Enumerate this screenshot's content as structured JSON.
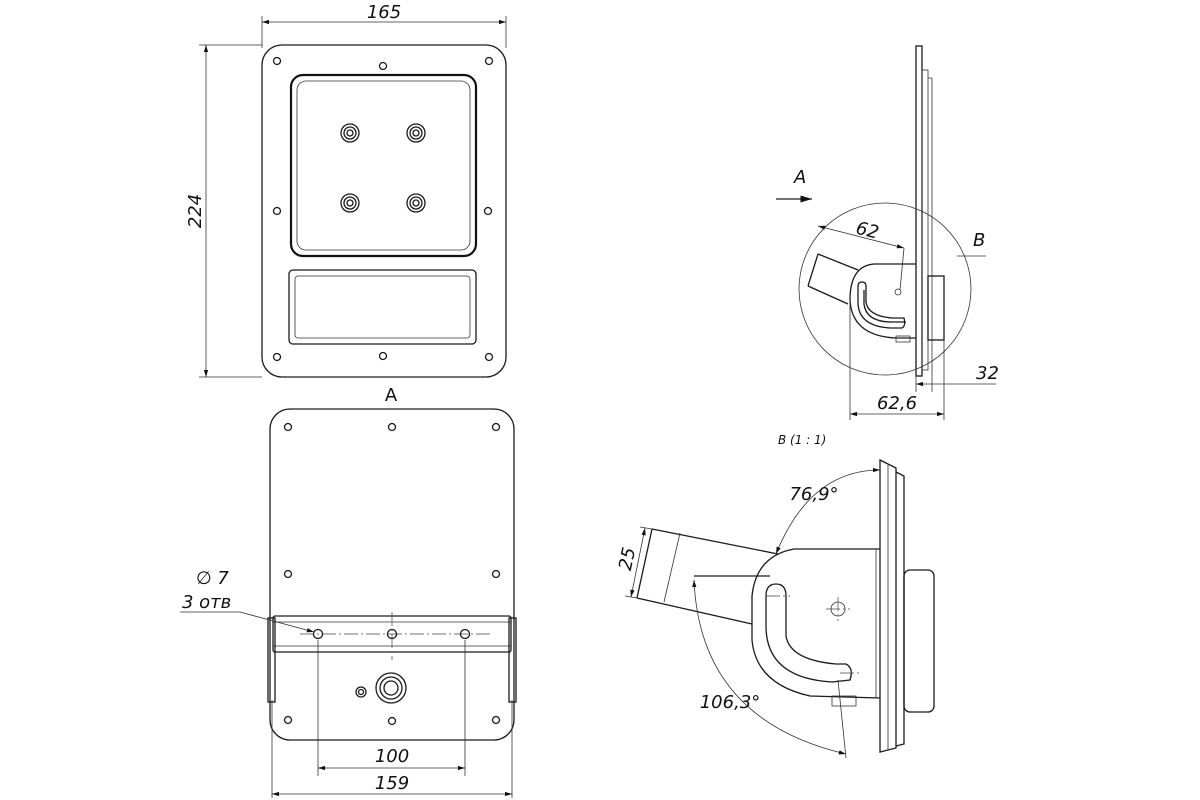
{
  "dimensions": {
    "width_top": "165",
    "height_top": "224",
    "angled_62": "62",
    "side_32": "32",
    "side_626": "62,6",
    "hole_spacing": "100",
    "bottom_width": "159",
    "detail_25": "25",
    "angle_top": "76,9°",
    "angle_bottom": "106,3°"
  },
  "labels": {
    "view_a_arrow": "A",
    "view_a_title": "A",
    "detail_b": "B",
    "detail_b_title": "B (1 : 1)",
    "hole_dia": "∅ 7",
    "hole_count": "3 отв"
  }
}
